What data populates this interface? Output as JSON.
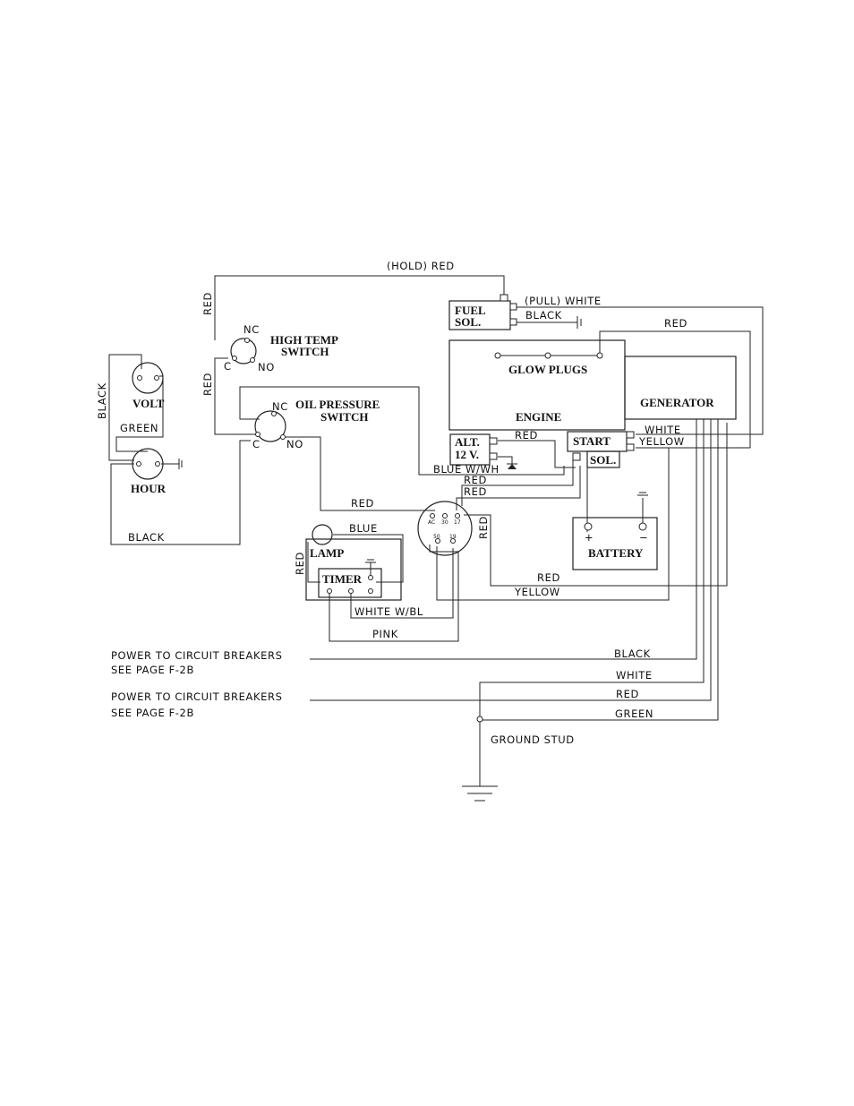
{
  "components": {
    "fuel_sol_1": "FUEL",
    "fuel_sol_2": "SOL.",
    "high_temp_1": "HIGH TEMP",
    "high_temp_2": "SWITCH",
    "oil_pressure_1": "OIL PRESSURE",
    "oil_pressure_2": "SWITCH",
    "volt": "VOLT",
    "hour": "HOUR",
    "glow_plugs": "GLOW PLUGS",
    "engine": "ENGINE",
    "generator": "GENERATOR",
    "alt_1": "ALT.",
    "alt_2": "12 V.",
    "start": "START",
    "sol": "SOL.",
    "battery": "BATTERY",
    "lamp": "LAMP",
    "timer": "TIMER"
  },
  "wires": {
    "hold_red": "(HOLD) RED",
    "pull_white": "(PULL) WHITE",
    "black_fuel": "BLACK",
    "red_generator": "RED",
    "red_vertical_ht": "RED",
    "red_vertical_oil": "RED",
    "black_vertical_left": "BLACK",
    "green_volt_hour": "GREEN",
    "black_bottom_left": "BLACK",
    "red_alt": "RED",
    "white_gen": "WHITE",
    "yellow_gen": "YELLOW",
    "blue_wh": "BLUE W/WH",
    "red_key_1": "RED",
    "red_key_2": "RED",
    "red_oil_key": "RED",
    "red_key_vertical": "RED",
    "blue_lamp": "BLUE",
    "red_lamp_vertical": "RED",
    "red_long": "RED",
    "yellow_long": "YELLOW",
    "white_wbl": "WHITE W/BL",
    "pink": "PINK",
    "black_out": "BLACK",
    "white_out": "WHITE",
    "red_out": "RED",
    "green_out": "GREEN",
    "ground_stud": "GROUND STUD"
  },
  "switch_labels": {
    "nc": "NC",
    "c": "C",
    "no": "NO"
  },
  "key_terminals": [
    "AC",
    "30",
    "17",
    "50",
    "19"
  ],
  "polarity": {
    "plus": "+",
    "minus": "−"
  },
  "notes": {
    "power_1_line1": "POWER TO CIRCUIT BREAKERS",
    "power_1_line2": "SEE PAGE F-2B",
    "power_2_line1": "POWER TO CIRCUIT BREAKERS",
    "power_2_line2": "SEE PAGE F-2B"
  }
}
